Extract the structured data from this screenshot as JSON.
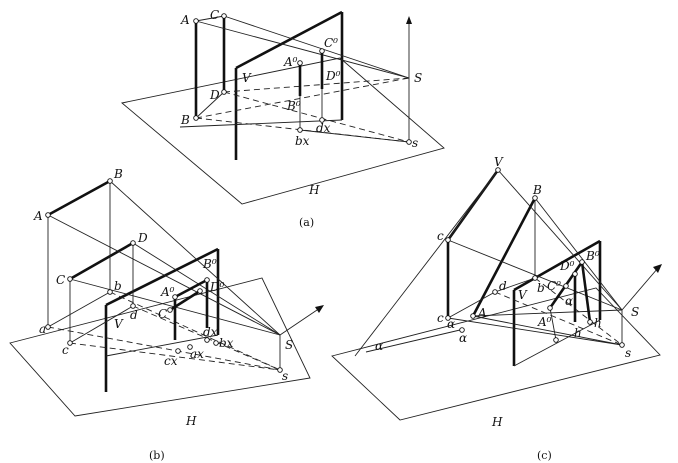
{
  "figure_a": {
    "caption": "(a)",
    "labels": {
      "A": "A",
      "C": "C",
      "C0": "C⁰",
      "A0": "A⁰",
      "D0": "D⁰",
      "V": "V",
      "S": "S",
      "D": "D",
      "B0": "B⁰",
      "B": "B",
      "dx": "dx",
      "bx": "bx",
      "s": "s",
      "H": "H"
    }
  },
  "figure_b": {
    "caption": "(b)",
    "labels": {
      "A": "A",
      "B": "B",
      "D": "D",
      "C": "C",
      "b": "b",
      "a": "a",
      "c": "c",
      "d": "d",
      "V": "V",
      "A0": "A⁰",
      "B0": "B⁰",
      "D0": "D⁰",
      "C0": "C",
      "dx": "dx",
      "bx": "bx",
      "ax": "ax",
      "cx": "cx",
      "S": "S",
      "s": "s",
      "H": "H"
    }
  },
  "figure_c": {
    "caption": "(c)",
    "labels": {
      "V_top": "V",
      "B": "B",
      "c": "c",
      "d": "d",
      "b": "b",
      "D0": "D⁰",
      "B0": "B⁰",
      "C0": "C⁰",
      "V": "V",
      "alpha1": "α",
      "A": "A",
      "alpha2": "α",
      "alpha3": "α",
      "A0": "A⁰",
      "h1": "h",
      "h2": "h",
      "S": "S",
      "s": "s",
      "c_low": "c",
      "alpha4": "α",
      "H": "H"
    }
  }
}
